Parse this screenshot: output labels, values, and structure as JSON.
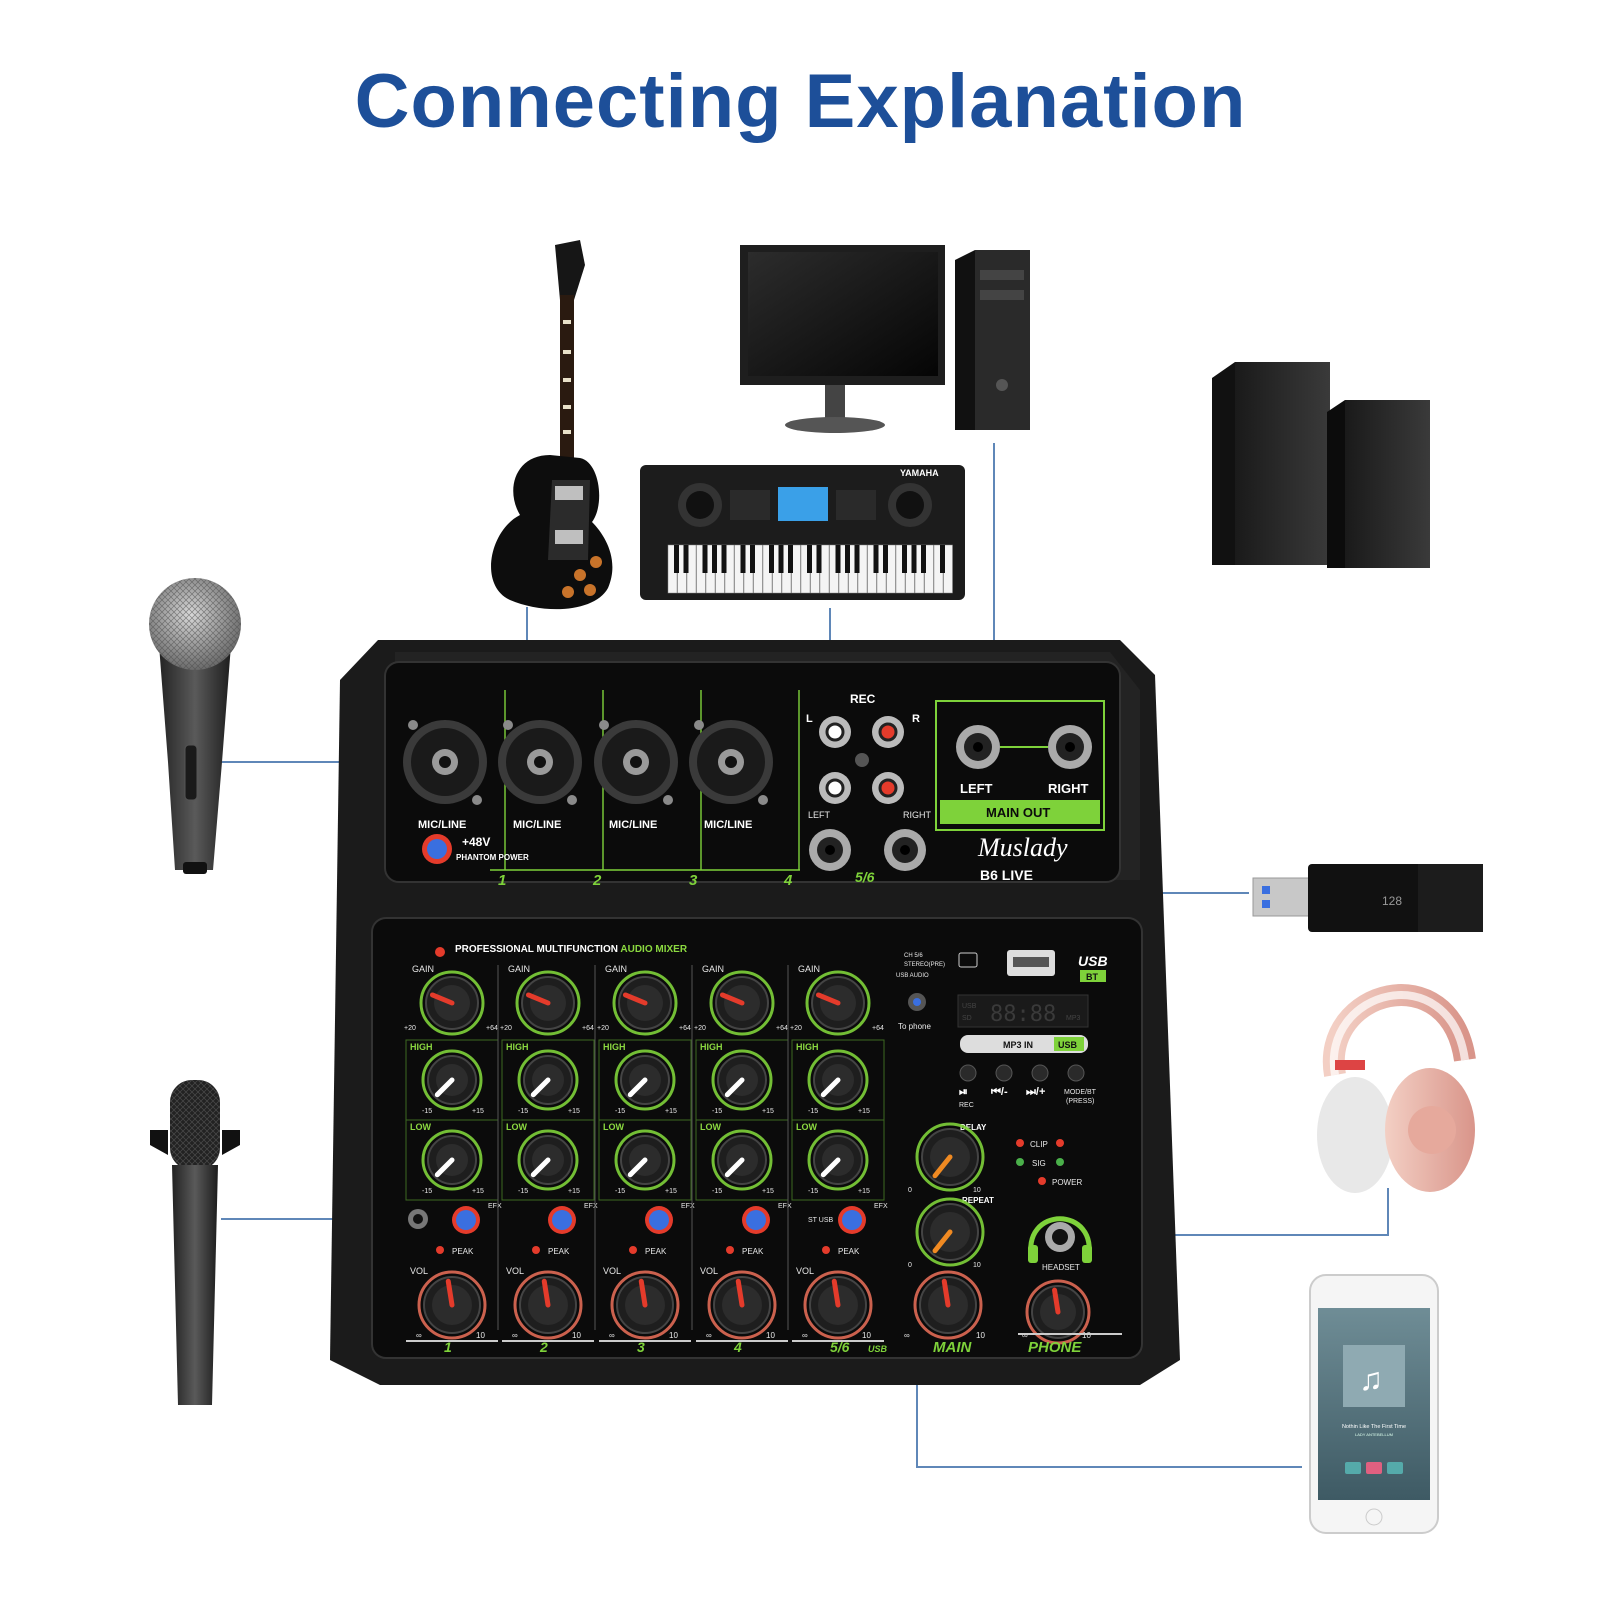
{
  "title": "Connecting Explanation",
  "mixer": {
    "brand": "Muslady",
    "model": "B6 LIVE",
    "top_panel": {
      "channel_labels": [
        "MIC/LINE",
        "MIC/LINE",
        "MIC/LINE",
        "MIC/LINE"
      ],
      "channel_numbers": [
        "1",
        "2",
        "3",
        "4"
      ],
      "phantom": "+48V",
      "phantom_caption": "PHANTOM POWER",
      "rec": "REC",
      "rec_l": "L",
      "rec_r": "R",
      "left": "LEFT",
      "right": "RIGHT",
      "ch56_left": "LEFT",
      "ch56_right": "RIGHT",
      "ch56_number": "5/6",
      "main_out": "MAIN OUT"
    },
    "bottom_panel": {
      "header": "PROFESSIONAL MULTIFUNCTION",
      "header_green": "AUDIO MIXER",
      "gain": "GAIN",
      "high": "HIGH",
      "low": "LOW",
      "vol": "VOL",
      "efx": "EFX",
      "peak": "PEAK",
      "eq_min": "-15",
      "eq_max": "+15",
      "gain_min": "+20",
      "gain_max": "+64",
      "vol_min": "∞",
      "vol_max": "10",
      "strip_numbers": [
        "1",
        "2",
        "3",
        "4",
        "5/6"
      ],
      "usb_suffix": "USB",
      "st_usb": "ST\nUSB",
      "usb": "USB",
      "bt": "BT",
      "usb_mode_lines": [
        "CH 5/6",
        "STEREO(PRE)",
        "USB AUDIO"
      ],
      "to_phone": "To phone",
      "display": "88:88",
      "display_usb": "USB",
      "display_sd": "SD",
      "display_mp3": "MP3",
      "mp3_in": "MP3 IN",
      "mp3_usb": "USB",
      "rec_btn": "REC",
      "mode_bt": "MODE/BT",
      "press": "(PRESS)",
      "delay": "DELAY",
      "repeat": "REPEAT",
      "fx_min": "0",
      "fx_max": "10",
      "clip": "CLIP",
      "sig": "SIG",
      "power": "POWER",
      "headset": "HEADSET",
      "main": "MAIN",
      "phone": "PHONE"
    }
  },
  "devices": {
    "keyboard_brand": "YAMAHA",
    "usb_capacity": "128",
    "phone_song": "Nothin Like The First Time",
    "phone_artist": "LADY ANTEBELLUM"
  },
  "colors": {
    "title": "#1d4f99",
    "connector_line": "#5f87b8",
    "accent_green": "#7ed23a",
    "knob_red": "#e43b2b",
    "knob_orange": "#f08a22",
    "button_blue": "#3a6fe0"
  }
}
